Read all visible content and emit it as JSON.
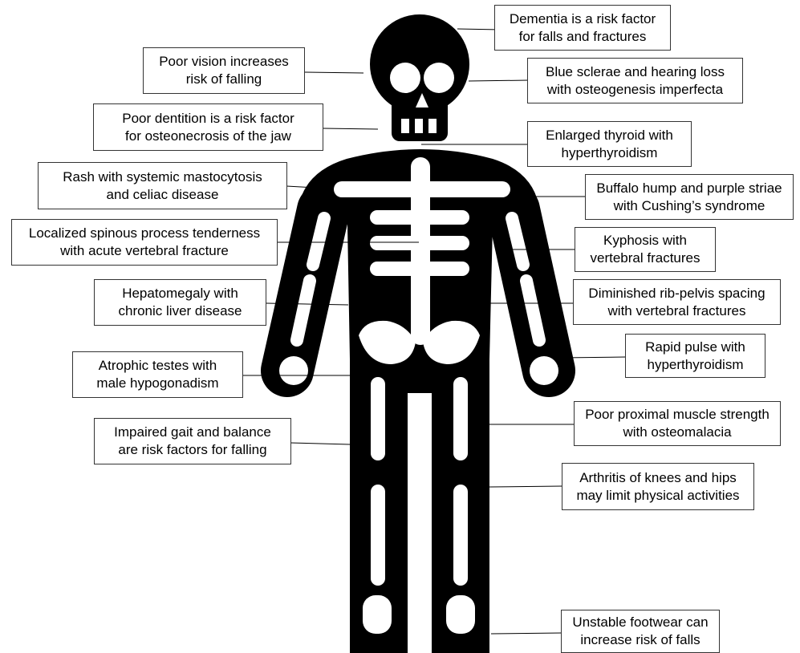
{
  "colors": {
    "figure": "#000000",
    "bone": "#ffffff",
    "leader_line": "#000000",
    "box_border": "#333333"
  },
  "callouts": [
    {
      "id": "dementia",
      "text": "Dementia is a risk factor\nfor falls and fractures"
    },
    {
      "id": "poor-vision",
      "text": "Poor vision increases\nrisk of falling"
    },
    {
      "id": "blue-sclerae",
      "text": "Blue sclerae and hearing loss\nwith osteogenesis imperfecta"
    },
    {
      "id": "poor-dentition",
      "text": "Poor dentition is a risk factor\nfor osteonecrosis of the jaw"
    },
    {
      "id": "enlarged-thyroid",
      "text": "Enlarged thyroid with\nhyperthyroidism"
    },
    {
      "id": "rash",
      "text": "Rash with systemic mastocytosis\nand celiac disease"
    },
    {
      "id": "buffalo-hump",
      "text": "Buffalo hump and purple striae\nwith Cushing’s syndrome"
    },
    {
      "id": "spinous-tenderness",
      "text": "Localized spinous process tenderness\nwith acute vertebral fracture"
    },
    {
      "id": "kyphosis",
      "text": "Kyphosis with\nvertebral fractures"
    },
    {
      "id": "hepatomegaly",
      "text": "Hepatomegaly with\nchronic liver disease"
    },
    {
      "id": "rib-pelvis",
      "text": "Diminished rib-pelvis spacing\nwith vertebral fractures"
    },
    {
      "id": "rapid-pulse",
      "text": "Rapid pulse with\nhyperthyroidism"
    },
    {
      "id": "atrophic-testes",
      "text": "Atrophic testes with\nmale hypogonadism"
    },
    {
      "id": "muscle-strength",
      "text": "Poor proximal muscle strength\nwith osteomalacia"
    },
    {
      "id": "gait-balance",
      "text": "Impaired gait and balance\nare risk factors for falling"
    },
    {
      "id": "arthritis",
      "text": "Arthritis of knees and hips\nmay limit physical activities"
    },
    {
      "id": "footwear",
      "text": "Unstable footwear can\nincrease risk of falls"
    }
  ]
}
